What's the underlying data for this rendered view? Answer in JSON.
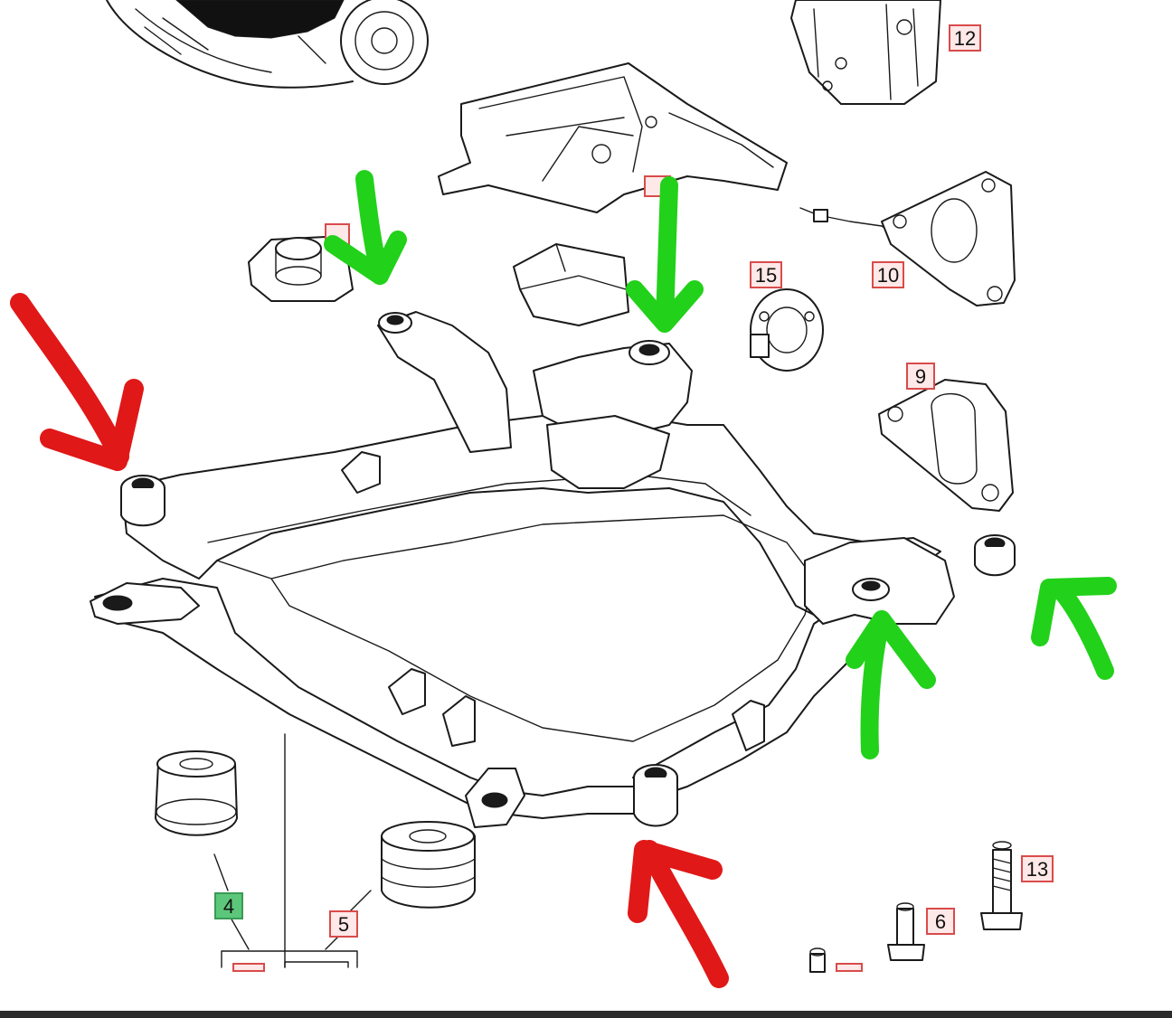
{
  "diagram": {
    "callouts": [
      {
        "id": "c12",
        "label": "12",
        "style": "red"
      },
      {
        "id": "c10",
        "label": "10",
        "style": "red"
      },
      {
        "id": "c15",
        "label": "15",
        "style": "red"
      },
      {
        "id": "c9",
        "label": "9",
        "style": "red"
      },
      {
        "id": "c4",
        "label": "4",
        "style": "green"
      },
      {
        "id": "c5",
        "label": "5",
        "style": "red"
      },
      {
        "id": "c6",
        "label": "6",
        "style": "red"
      },
      {
        "id": "c13",
        "label": "13",
        "style": "red"
      }
    ],
    "annotation_arrows": {
      "red_count": 2,
      "green_count": 4,
      "red_color": "#e01818",
      "green_color": "#22d11a"
    }
  }
}
